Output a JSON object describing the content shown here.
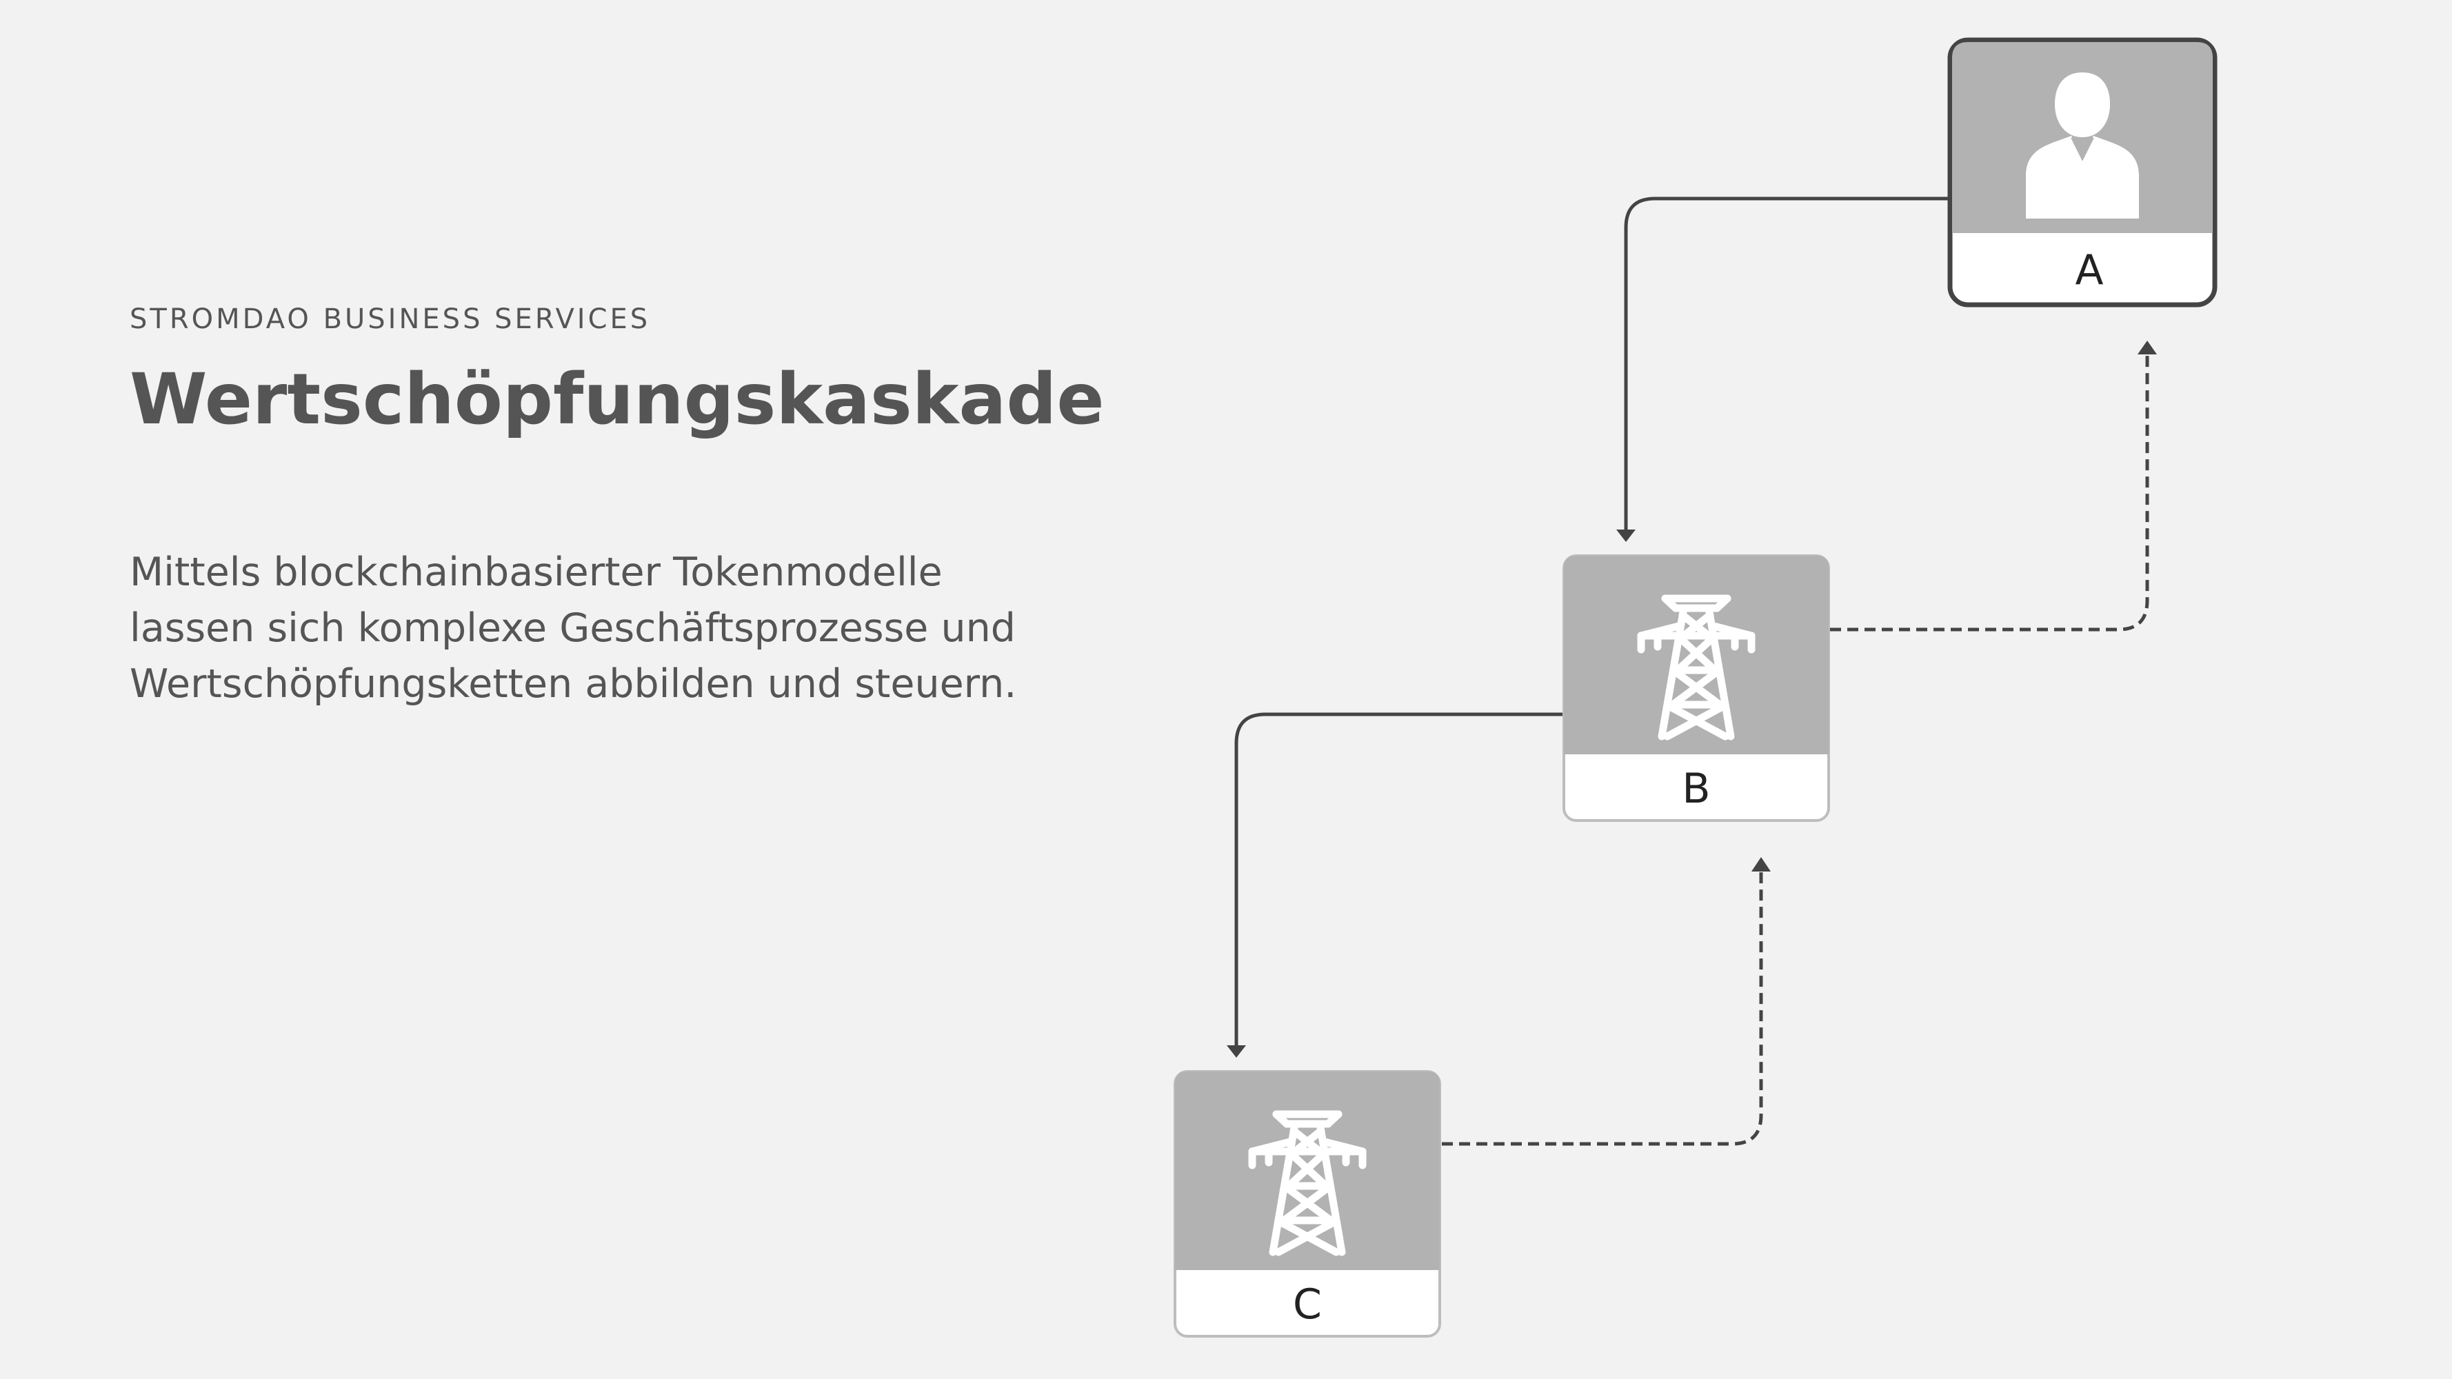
{
  "header": {
    "kicker": "STROMDAO BUSINESS SERVICES",
    "title": "Wertschöpfungskaskade"
  },
  "description": {
    "lines": [
      "Mittels blockchainbasierter Tokenmodelle",
      "lassen sich komplexe Geschäftsprozesse und",
      "Wertschöpfungsketten abbilden und steuern."
    ]
  },
  "diagram": {
    "nodes": [
      {
        "id": "A",
        "label": "A",
        "icon": "person-icon"
      },
      {
        "id": "B",
        "label": "B",
        "icon": "power-pylon-icon"
      },
      {
        "id": "C",
        "label": "C",
        "icon": "power-pylon-icon"
      }
    ],
    "edges": [
      {
        "from": "A",
        "to": "B",
        "style": "solid"
      },
      {
        "from": "B",
        "to": "C",
        "style": "solid"
      },
      {
        "from": "B",
        "to": "A",
        "style": "dashed"
      },
      {
        "from": "C",
        "to": "B",
        "style": "dashed"
      }
    ],
    "colors": {
      "background": "#f2f2f2",
      "tile": "#b2b2b2",
      "line": "#444444",
      "text": "#555555"
    }
  }
}
